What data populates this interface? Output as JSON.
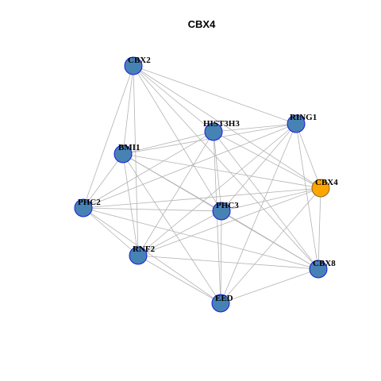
{
  "title": "CBX4",
  "colors": {
    "node_default": "#4682b4",
    "node_highlight": "#ffa500",
    "node_border": "#1a1adb",
    "highlight_border": "#8b6a2a",
    "edge": "#b3b3b3"
  },
  "nodes": [
    {
      "id": "CBX2",
      "label": "CBX2",
      "highlight": false
    },
    {
      "id": "HIST3H3",
      "label": "HIST3H3",
      "highlight": false
    },
    {
      "id": "RING1",
      "label": "RING1",
      "highlight": false
    },
    {
      "id": "BMI1",
      "label": "BMI1",
      "highlight": false
    },
    {
      "id": "CBX4",
      "label": "CBX4",
      "highlight": true
    },
    {
      "id": "PHC2",
      "label": "PHC2",
      "highlight": false
    },
    {
      "id": "PHC3",
      "label": "PHC3",
      "highlight": false
    },
    {
      "id": "RNF2",
      "label": "RNF2",
      "highlight": false
    },
    {
      "id": "CBX8",
      "label": "CBX8",
      "highlight": false
    },
    {
      "id": "EED",
      "label": "EED",
      "highlight": false
    }
  ],
  "edges": [
    [
      "CBX2",
      "HIST3H3"
    ],
    [
      "CBX2",
      "RING1"
    ],
    [
      "CBX2",
      "BMI1"
    ],
    [
      "CBX2",
      "PHC2"
    ],
    [
      "CBX2",
      "PHC3"
    ],
    [
      "CBX2",
      "RNF2"
    ],
    [
      "CBX2",
      "CBX4"
    ],
    [
      "CBX2",
      "CBX8"
    ],
    [
      "HIST3H3",
      "RING1"
    ],
    [
      "HIST3H3",
      "BMI1"
    ],
    [
      "HIST3H3",
      "CBX4"
    ],
    [
      "HIST3H3",
      "PHC2"
    ],
    [
      "HIST3H3",
      "PHC3"
    ],
    [
      "HIST3H3",
      "RNF2"
    ],
    [
      "HIST3H3",
      "CBX8"
    ],
    [
      "HIST3H3",
      "EED"
    ],
    [
      "RING1",
      "BMI1"
    ],
    [
      "RING1",
      "CBX4"
    ],
    [
      "RING1",
      "PHC2"
    ],
    [
      "RING1",
      "PHC3"
    ],
    [
      "RING1",
      "RNF2"
    ],
    [
      "RING1",
      "CBX8"
    ],
    [
      "RING1",
      "EED"
    ],
    [
      "BMI1",
      "CBX4"
    ],
    [
      "BMI1",
      "PHC2"
    ],
    [
      "BMI1",
      "PHC3"
    ],
    [
      "BMI1",
      "RNF2"
    ],
    [
      "BMI1",
      "CBX8"
    ],
    [
      "BMI1",
      "EED"
    ],
    [
      "CBX4",
      "PHC2"
    ],
    [
      "CBX4",
      "PHC3"
    ],
    [
      "CBX4",
      "RNF2"
    ],
    [
      "CBX4",
      "CBX8"
    ],
    [
      "CBX4",
      "EED"
    ],
    [
      "PHC2",
      "PHC3"
    ],
    [
      "PHC2",
      "RNF2"
    ],
    [
      "PHC2",
      "CBX8"
    ],
    [
      "PHC2",
      "EED"
    ],
    [
      "PHC3",
      "RNF2"
    ],
    [
      "PHC3",
      "CBX8"
    ],
    [
      "PHC3",
      "EED"
    ],
    [
      "RNF2",
      "CBX8"
    ],
    [
      "RNF2",
      "EED"
    ],
    [
      "CBX8",
      "EED"
    ]
  ]
}
